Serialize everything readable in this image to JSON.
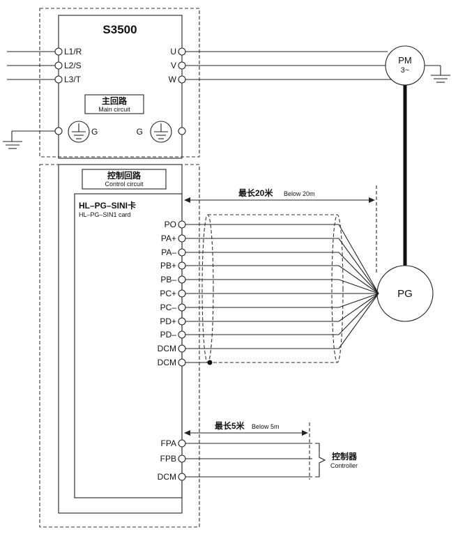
{
  "drive": {
    "title": "S3500",
    "input_terminals": [
      "L1/R",
      "L2/S",
      "L3/T"
    ],
    "output_terminals": [
      "U",
      "V",
      "W"
    ],
    "ground_label": "G"
  },
  "main_circuit": {
    "cn": "主回路",
    "en": "Main circuit"
  },
  "control_circuit": {
    "cn": "控制回路",
    "en": "Control circuit"
  },
  "card": {
    "name": "HL–PG–SINI卡",
    "name_en": "HL–PG–SIN1 card"
  },
  "motor": {
    "line1": "PM",
    "line2": "3~"
  },
  "encoder": {
    "label": "PG"
  },
  "encoder_terminals": [
    "PO",
    "PA+",
    "PA–",
    "PB+",
    "PB–",
    "PC+",
    "PC–",
    "PD+",
    "PD–",
    "DCM",
    "DCM"
  ],
  "encoder_distance": {
    "cn": "最长20米",
    "en": "Below 20m"
  },
  "controller_terminals": [
    "FPA",
    "FPB",
    "DCM"
  ],
  "controller_distance": {
    "cn": "最长5米",
    "en": "Below 5m"
  },
  "controller": {
    "cn": "控制器",
    "en": "Controller"
  }
}
